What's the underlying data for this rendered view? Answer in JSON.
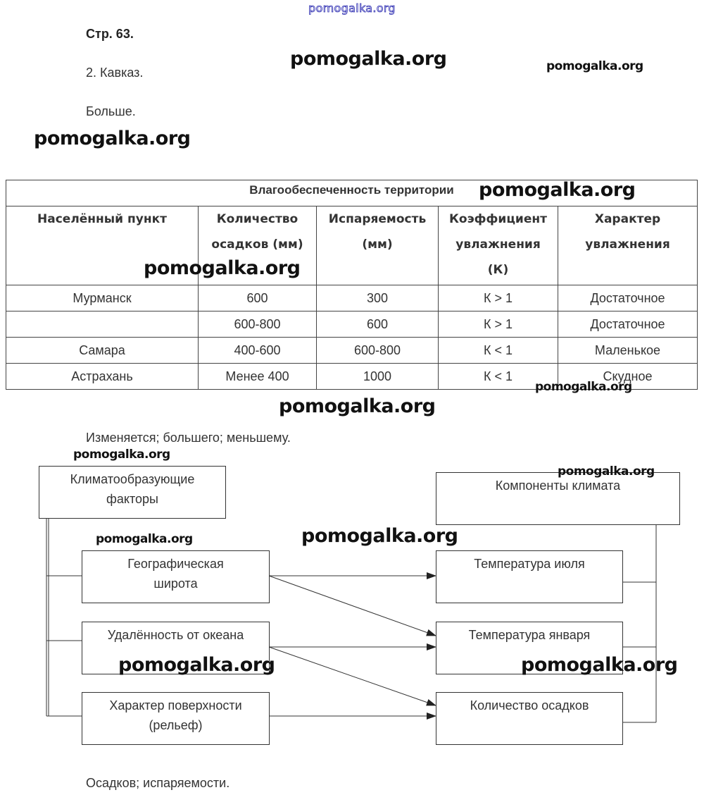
{
  "watermark_text": "pomogalka.org",
  "header": {
    "page_ref": "Стр. 63.",
    "answer_1": "2. Кавказ.",
    "answer_2": "Больше."
  },
  "table": {
    "title": "Влагообеспеченность территории",
    "columns": [
      [
        "Населённый пункт"
      ],
      [
        "Количество",
        "осадков (мм)"
      ],
      [
        "Испаряемость",
        "(мм)"
      ],
      [
        "Коэффициент",
        "увлажнения",
        "(К)"
      ],
      [
        "Характер",
        "увлажнения"
      ]
    ],
    "rows": [
      [
        "Мурманск",
        "600",
        "300",
        "К > 1",
        "Достаточное"
      ],
      [
        "",
        "600-800",
        "600",
        "К > 1",
        "Достаточное"
      ],
      [
        "Самара",
        "400-600",
        "600-800",
        "К < 1",
        "Маленькое"
      ],
      [
        "Астрахань",
        "Менее 400",
        "1000",
        "К < 1",
        "Скудное"
      ]
    ]
  },
  "answer_3": "Изменяется; большего; меньшему.",
  "diagram": {
    "factors_title": [
      "Климатообразующие",
      "факторы"
    ],
    "components_title": "Компоненты климата",
    "factors": [
      [
        "Географическая",
        "широта"
      ],
      [
        "Удалённость от океана"
      ],
      [
        "Характер поверхности",
        "(рельеф)"
      ]
    ],
    "components": [
      "Температура июля",
      "Температура января",
      "Количество осадков"
    ],
    "arrows": [
      {
        "from": 0,
        "to": 0
      },
      {
        "from": 0,
        "to": 1
      },
      {
        "from": 1,
        "to": 1
      },
      {
        "from": 1,
        "to": 2
      },
      {
        "from": 2,
        "to": 2
      }
    ]
  },
  "answer_4": "Осадков; испаряемости."
}
